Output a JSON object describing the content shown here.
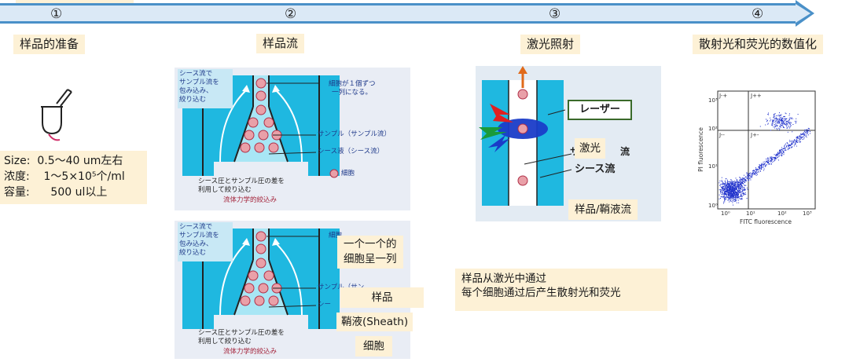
{
  "timeline": {
    "steps": [
      {
        "num": "①",
        "title": "样品的准备"
      },
      {
        "num": "②",
        "title": "样品流"
      },
      {
        "num": "③",
        "title": "激光照射"
      },
      {
        "num": "④",
        "title": "散射光和荧光的数值化"
      }
    ]
  },
  "sample_prep": {
    "lines": [
      "Size:  0.5～40 um左右",
      "浓度:    1～5×10⁵个/ml",
      "容量:      500 ul以上"
    ]
  },
  "flow_diagram_top": {
    "sheath_note": [
      "シース流で",
      "サンプル流を",
      "包み込み、",
      "絞り込む"
    ],
    "cell_note": [
      "細胞が１個ずつ",
      "一列になる。"
    ],
    "sample_label": "サンプル（サンプル流）",
    "sheath_label": "シース液（シース流）",
    "cell_label": "細胞",
    "pressure_note": [
      "シース圧とサンプル圧の差を",
      "利用して絞り込む"
    ],
    "focus_label": "流体力学的絞込み"
  },
  "flow_diagram_bottom": {
    "sheath_note": [
      "シース流で",
      "サンプル流を",
      "包み込み、",
      "絞り込む"
    ],
    "cell_note_partial": "細胞",
    "sample_label_partial": "サンプル（サン",
    "sheath_label_partial": "シー",
    "pressure_note": [
      "シース圧とサンプル圧の差を",
      "利用して絞り込む"
    ],
    "focus_label": "流体力学的絞込み",
    "cn_overlays": {
      "single_file": [
        "一个一个的",
        "细胞呈一列"
      ],
      "sample": "样品",
      "sheath": "鞘液(Sheath)",
      "cell": "细胞"
    }
  },
  "laser_diagram": {
    "laser_label": "レーザー",
    "laser_cn": "激光",
    "sheath_label": "シース流",
    "partial_label": "サ",
    "partial_label_right": "流",
    "stream_label": "样品/鞘液流"
  },
  "laser_note": [
    "样品从激光中通过",
    "每个细胞通过后产生散射光和荧光"
  ],
  "scatter_plot": {
    "xlabel": "FITC fluorescence",
    "ylabel": "PI fluorescence",
    "quadrants": [
      "J--",
      "J-+",
      "J+-",
      "J++"
    ],
    "ticks": [
      "10⁰",
      "10¹",
      "10²",
      "10³"
    ],
    "dot_color": "#2233cc"
  },
  "colors": {
    "arrow": "#4a90c8",
    "label_bg": "#fdf1d6",
    "channel": "#1fb8e0",
    "cell_red": "#c84050"
  }
}
